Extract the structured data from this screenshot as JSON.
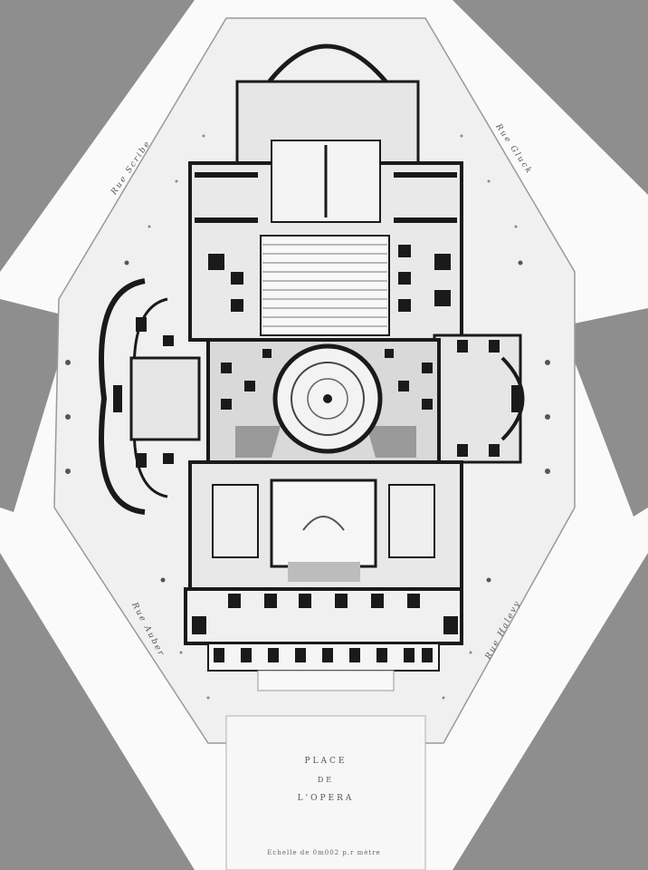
{
  "place": {
    "line1": "PLACE",
    "line2": "DE",
    "line3": "L'OPERA"
  },
  "streets": {
    "rue_scribe": "Rue Scribe",
    "rue_gluck": "Rue Gluck",
    "rue_auber": "Rue Auber",
    "rue_halevy": "Rue Halevy"
  },
  "scale_note": "Echelle de 0m002 p.r mètre",
  "colors": {
    "paper": "#f2f2f2",
    "street": "#fbfbfb",
    "surround": "#8c8c8c",
    "ink": "#1a1a1a",
    "wash": "#9a9a9a"
  }
}
